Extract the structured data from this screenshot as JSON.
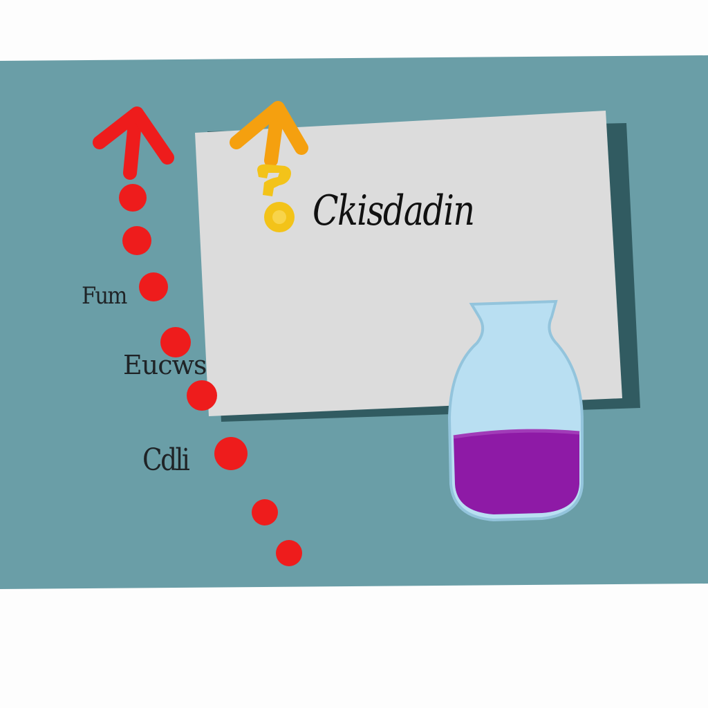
{
  "card": {
    "title": "Ckisdadin"
  },
  "labels": [
    {
      "text": "Fum"
    },
    {
      "text": "Eucws"
    },
    {
      "text": "Cdli"
    }
  ],
  "flask": {
    "liquid_level": 0.45
  },
  "colors": {
    "board": "#6a9ea7",
    "card": "#dcdcdc",
    "card_shadow": "#315b61",
    "red_arrow": "#ee1c1c",
    "orange_arrow": "#f5a00f",
    "liquid": "#8e1aa6",
    "flask_glass": "#b9dff2"
  },
  "icons": [
    "red-up-arrow-icon",
    "orange-up-arrow-icon",
    "question-mark-icon",
    "flask-icon"
  ]
}
